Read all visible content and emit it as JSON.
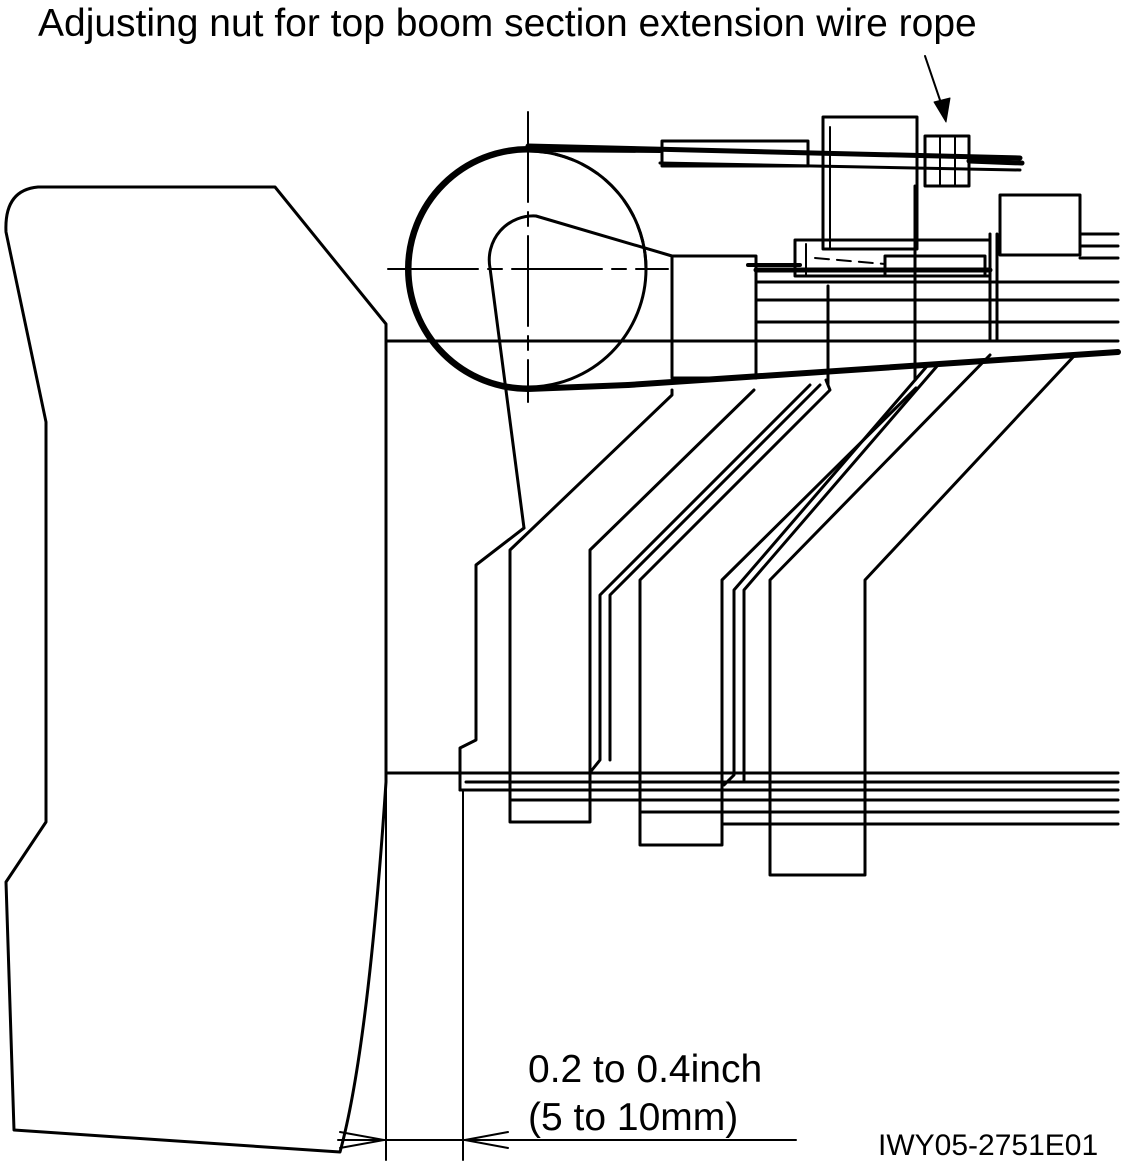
{
  "labels": {
    "title": "Adjusting nut for top boom section extension wire rope",
    "dimension_inch": "0.2 to 0.4inch",
    "dimension_mm": "(5 to 10mm)",
    "figure_code": "IWY05-2751E01"
  },
  "colors": {
    "line": "#000000",
    "background": "#ffffff"
  }
}
